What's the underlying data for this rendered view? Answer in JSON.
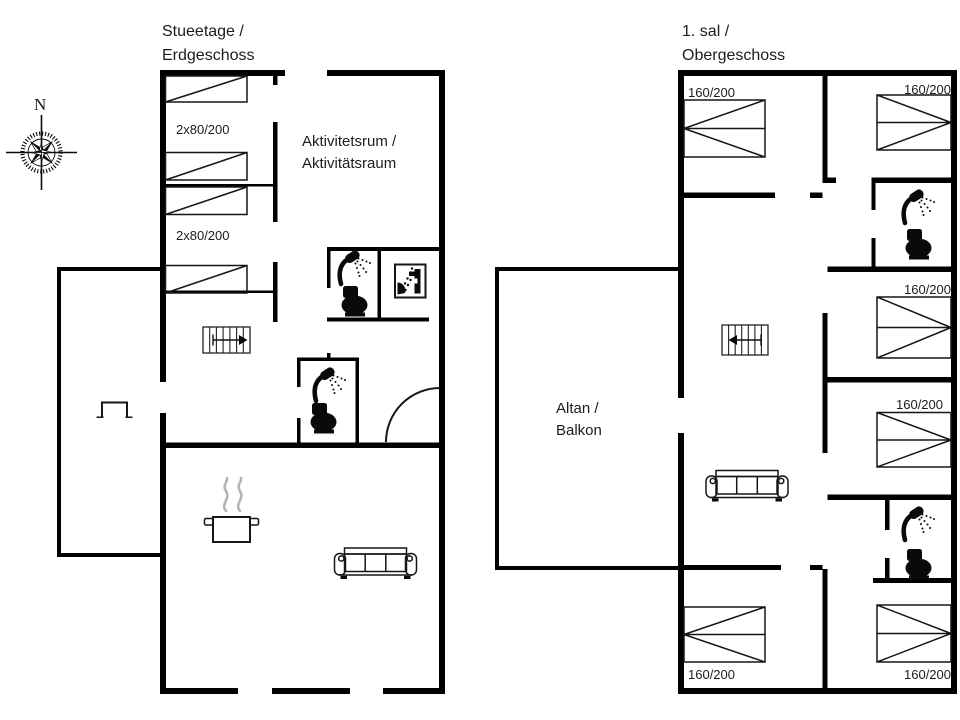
{
  "left_floor": {
    "title_line1": "Stueetage /",
    "title_line2": "Erdgeschoss",
    "activity_room_line1": "Aktivitetsrum /",
    "activity_room_line2": "Aktivitätsraum",
    "bunk_bed_label": "2x80/200"
  },
  "right_floor": {
    "title_line1": "1. sal /",
    "title_line2": "Obergeschoss",
    "balcony_line1": "Altan /",
    "balcony_line2": "Balkon",
    "double_bed_label": "160/200"
  },
  "compass": {
    "north_label": "N"
  },
  "icons": [
    "compass-rose-icon",
    "bed-icon",
    "stairs-icon",
    "shower-icon",
    "toilet-icon",
    "washing-machine-icon",
    "cooking-pot-icon",
    "sofa-icon",
    "door-swing-arc"
  ],
  "colors": {
    "wall": "#000000",
    "text": "#1c1c1c",
    "steam": "#b4b4b4",
    "background": "#ffffff"
  }
}
